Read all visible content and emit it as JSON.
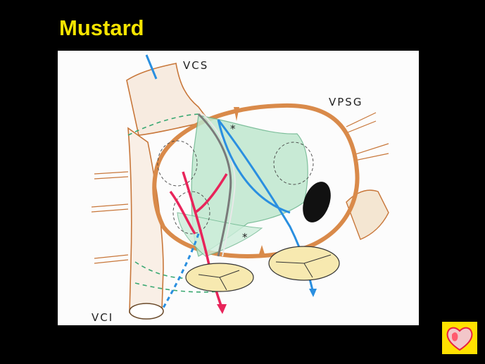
{
  "slide": {
    "title": "Mustard"
  },
  "diagram": {
    "labels": {
      "vcs": "VCS",
      "vpsg": "VPSG",
      "vci": "VCI",
      "star_top": "*",
      "star_bottom": "*"
    },
    "colors": {
      "atrial_wall": "#d98a4a",
      "venous_blue": "#2a8fe0",
      "arterial_red": "#e8245a",
      "baffle_green": "#9fd9b8",
      "valve_yellow": "#f2e2a0",
      "pulmonary_vein": "#111111"
    }
  },
  "logo": {
    "icon": "heart-logo-icon",
    "background": "#ffe100"
  }
}
